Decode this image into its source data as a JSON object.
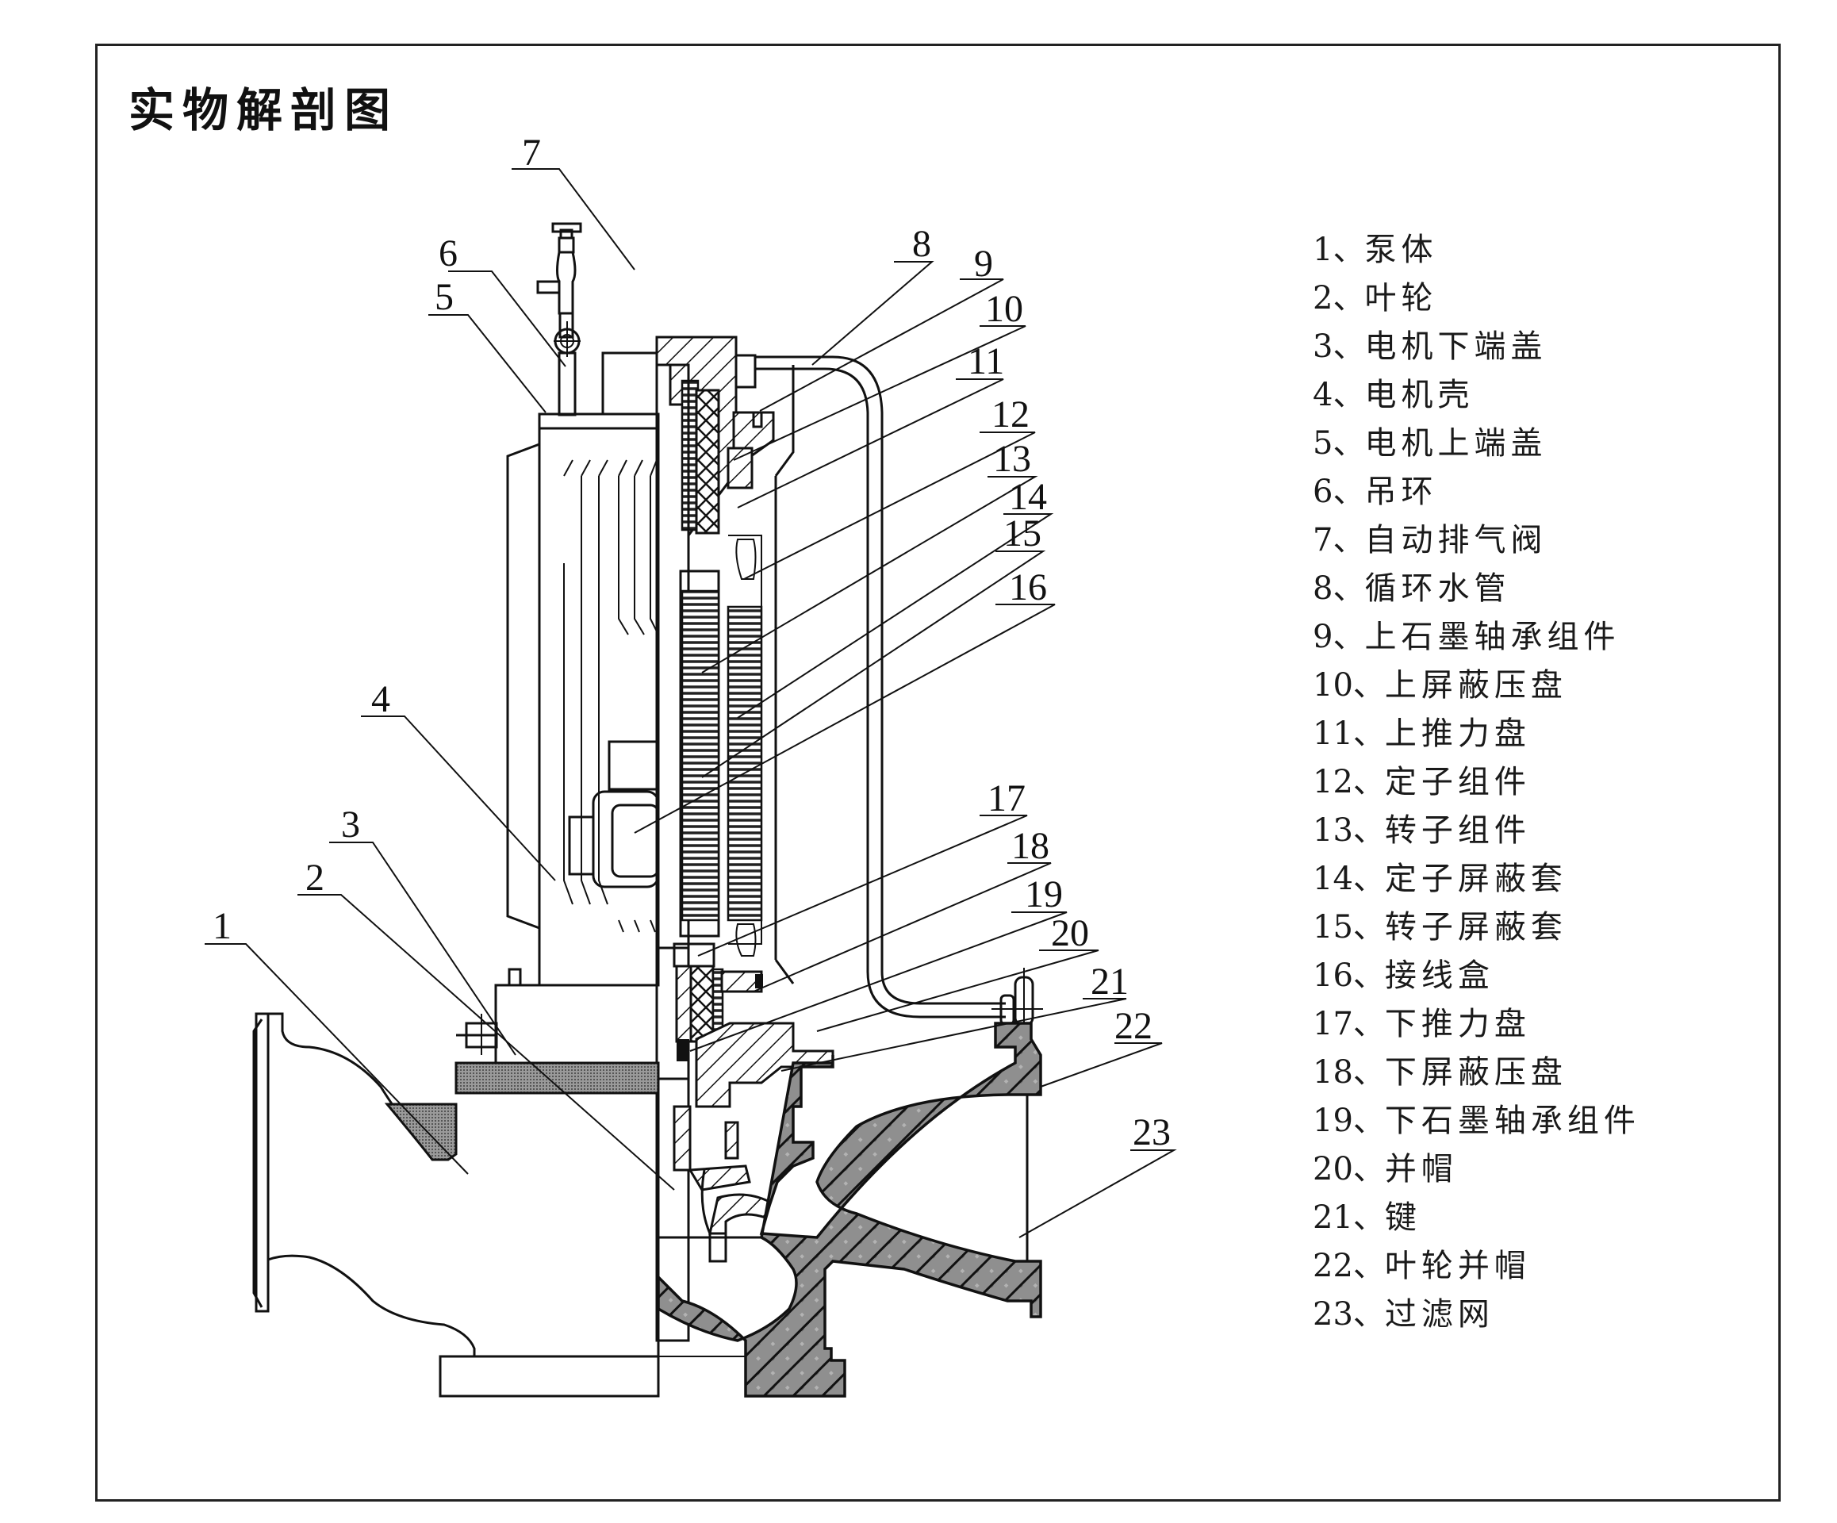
{
  "title": "实物解剖图",
  "callouts": [
    "1",
    "2",
    "3",
    "4",
    "5",
    "6",
    "7",
    "8",
    "9",
    "10",
    "11",
    "12",
    "13",
    "14",
    "15",
    "16",
    "17",
    "18",
    "19",
    "20",
    "21",
    "22",
    "23"
  ],
  "legend": [
    {
      "num": "1、",
      "name": "泵体"
    },
    {
      "num": "2、",
      "name": "叶轮"
    },
    {
      "num": "3、",
      "name": "电机下端盖"
    },
    {
      "num": "4、",
      "name": "电机壳"
    },
    {
      "num": "5、",
      "name": "电机上端盖"
    },
    {
      "num": "6、",
      "name": "吊环"
    },
    {
      "num": "7、",
      "name": "自动排气阀"
    },
    {
      "num": "8、",
      "name": "循环水管"
    },
    {
      "num": "9、",
      "name": "上石墨轴承组件"
    },
    {
      "num": "10、",
      "name": "上屏蔽压盘"
    },
    {
      "num": "11、",
      "name": "上推力盘"
    },
    {
      "num": "12、",
      "name": "定子组件"
    },
    {
      "num": "13、",
      "name": "转子组件"
    },
    {
      "num": "14、",
      "name": "定子屏蔽套"
    },
    {
      "num": "15、",
      "name": "转子屏蔽套"
    },
    {
      "num": "16、",
      "name": "接线盒"
    },
    {
      "num": "17、",
      "name": "下推力盘"
    },
    {
      "num": "18、",
      "name": "下屏蔽压盘"
    },
    {
      "num": "19、",
      "name": "下石墨轴承组件"
    },
    {
      "num": "20、",
      "name": "并帽"
    },
    {
      "num": "21、",
      "name": "键"
    },
    {
      "num": "22、",
      "name": "叶轮并帽"
    },
    {
      "num": "23、",
      "name": "过滤网"
    }
  ]
}
